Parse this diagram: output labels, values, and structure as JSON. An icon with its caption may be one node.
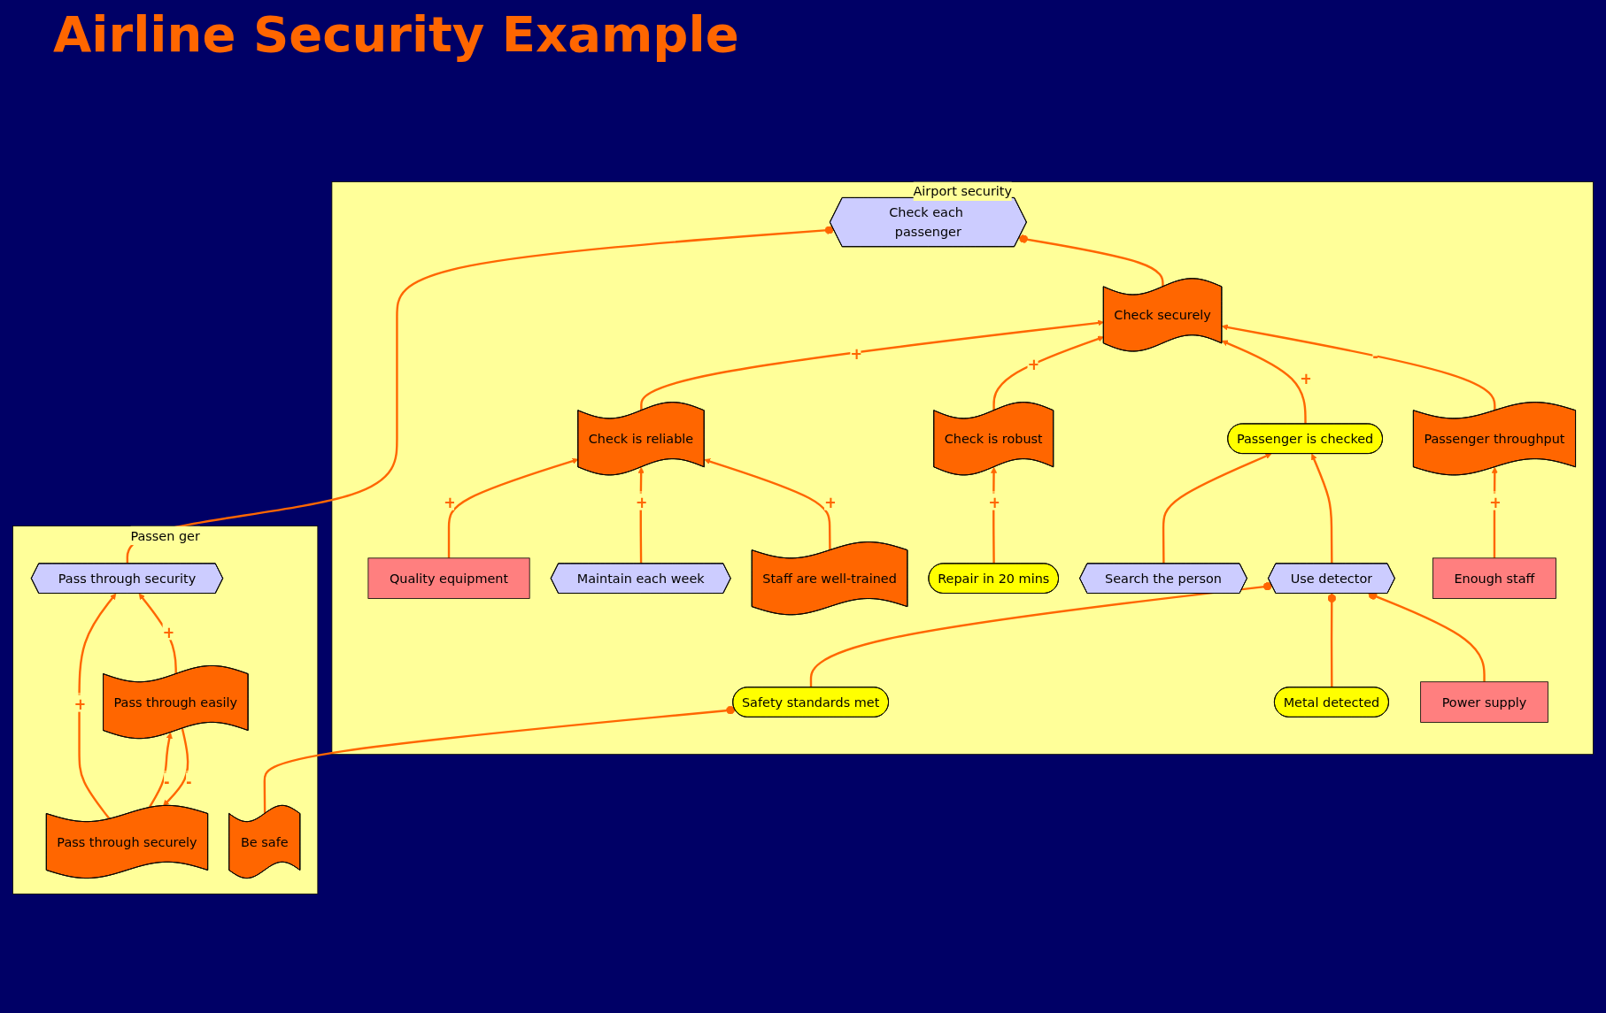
{
  "diagram": {
    "title": "Airline Security Example",
    "nodes": [
      {
        "text": [
          "Passen ger"
        ]
      },
      {
        "text": [
          "Pass through security"
        ],
        "in": 0
      },
      {
        "text": [
          "Pass through securely"
        ],
        "in": 0
      },
      {
        "text": [
          "Pass through easily"
        ],
        "in": 0
      },
      {
        "text": [
          "Be safe"
        ],
        "in": 0
      },
      {
        "text": [
          "Airport security"
        ]
      },
      {
        "text": [
          "Check each passenger"
        ],
        "in": 5
      },
      {
        "text": [
          "Check securely"
        ],
        "in": 5
      },
      {
        "text": [
          "Check is reliable"
        ],
        "in": 5
      },
      {
        "text": [
          "Check is robust"
        ],
        "in": 5
      },
      {
        "text": [
          "Passenger is checked"
        ],
        "in": 5
      },
      {
        "text": [
          "Passenger throughput"
        ],
        "in": 5
      },
      {
        "text": [
          "Quality equipment"
        ],
        "in": 5
      },
      {
        "text": [
          "Repair in 20 mins"
        ],
        "in": 5
      },
      {
        "text": [
          "Search the person"
        ],
        "in": 5
      },
      {
        "text": [
          "Use detector"
        ],
        "in": 5
      },
      {
        "text": [
          "Enough staff"
        ],
        "in": 5
      },
      {
        "text": [
          "Maintain each week"
        ],
        "in": 5
      },
      {
        "text": [
          "Staff are well-trained"
        ],
        "in": 5
      },
      {
        "text": [
          "Safety standards met"
        ],
        "in": 5
      },
      {
        "text": [
          "Metal detected"
        ],
        "in": 5
      },
      {
        "text": [
          "Power supply"
        ],
        "in": 5
      }
    ],
    "edges": [
      {
        "from": 1,
        "to": 6,
        "arrow": "other"
      },
      {
        "from": 2,
        "to": 1,
        "arrow": "to",
        "label": "+"
      },
      {
        "from": 3,
        "to": 1,
        "arrow": "to",
        "label": "+"
      },
      {
        "from": 2,
        "to": 3,
        "arrow": "to",
        "label": "-"
      },
      {
        "from": 3,
        "to": 2,
        "arrow": "to",
        "label": "-"
      },
      {
        "from": 4,
        "to": 19,
        "arrow": "other"
      },
      {
        "from": 7,
        "to": 6,
        "arrow": "other"
      },
      {
        "from": 8,
        "to": 7,
        "arrow": "to",
        "label": "+"
      },
      {
        "from": 9,
        "to": 7,
        "arrow": "to",
        "label": "+"
      },
      {
        "from": 10,
        "to": 7,
        "arrow": "to",
        "label": "+"
      },
      {
        "from": 11,
        "to": 7,
        "arrow": "to",
        "label": "-"
      },
      {
        "from": 12,
        "to": 8,
        "arrow": "to",
        "label": "+"
      },
      {
        "from": 17,
        "to": 8,
        "arrow": "to",
        "label": "+"
      },
      {
        "from": 18,
        "to": 8,
        "arrow": "to",
        "label": "+"
      },
      {
        "from": 13,
        "to": 9,
        "arrow": "to",
        "label": "+"
      },
      {
        "from": 14,
        "to": 10,
        "arrow": "to"
      },
      {
        "from": 15,
        "to": 10,
        "arrow": "to"
      },
      {
        "from": 16,
        "to": 11,
        "arrow": "to",
        "label": "+"
      },
      {
        "from": 19,
        "to": 15,
        "arrow": "other"
      },
      {
        "from": 20,
        "to": 15,
        "arrow": "other"
      },
      {
        "from": 21,
        "to": 15,
        "arrow": "other"
      }
    ]
  }
}
